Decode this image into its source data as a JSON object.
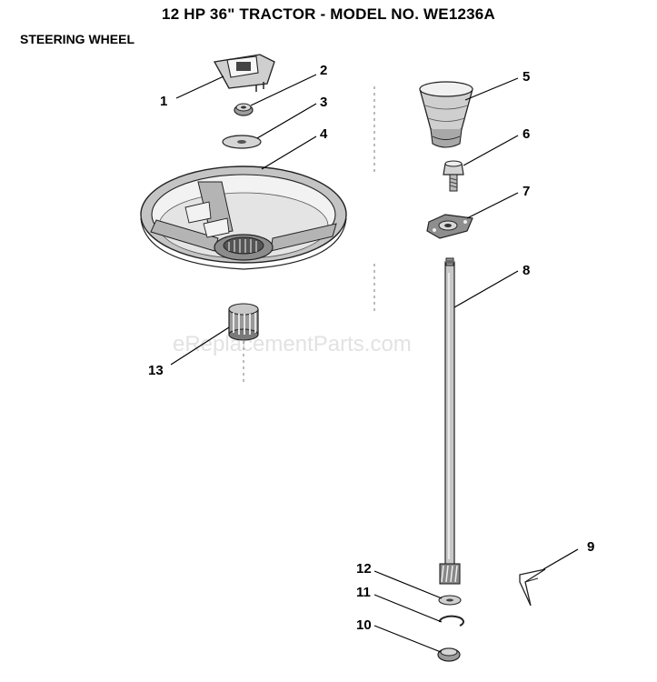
{
  "title": "12 HP 36\" TRACTOR - MODEL NO. WE1236A",
  "subtitle": "STEERING WHEEL",
  "watermark": "eReplacementParts.com",
  "callouts": {
    "c1": "1",
    "c2": "2",
    "c3": "3",
    "c4": "4",
    "c5": "5",
    "c6": "6",
    "c7": "7",
    "c8": "8",
    "c9": "9",
    "c10": "10",
    "c11": "11",
    "c12": "12",
    "c13": "13"
  }
}
